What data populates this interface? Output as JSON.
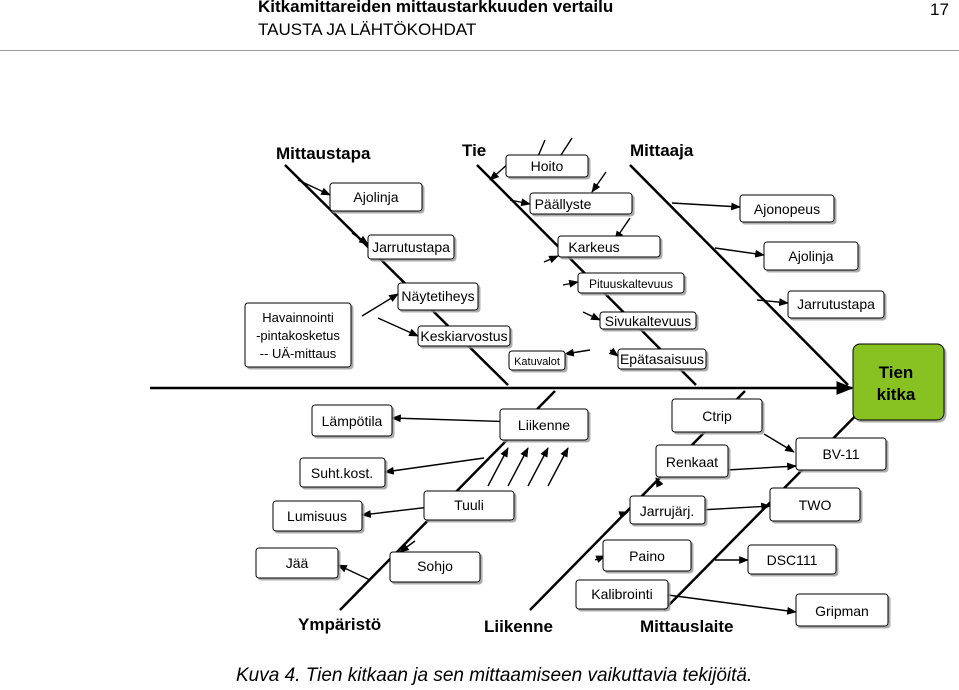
{
  "header": {
    "title": "Kitkamittareiden mittaustarkkuuden vertailu",
    "subtitle": "TAUSTA JA LÄHTÖKOHDAT",
    "page_number": "17"
  },
  "categories": {
    "mittaustapa": "Mittaustapa",
    "tie": "Tie",
    "mittaaja": "Mittaaja",
    "ymparisto": "Ympäristö",
    "liikenne": "Liikenne",
    "mittauslaite": "Mittauslaite"
  },
  "effect": {
    "line1": "Tien",
    "line2": "kitka",
    "fill": "#88c220"
  },
  "causes": {
    "ajolinja_1": "Ajolinja",
    "jarrutustapa_1": "Jarrutustapa",
    "naytetiheys": "Näytetiheys",
    "havainnointi_1": "Havainnointi",
    "havainnointi_2": "-pintakosketus",
    "havainnointi_3": "-- UÄ-mittaus",
    "keskiarvostus": "Keskiarvostus",
    "hoito": "Hoito",
    "paallyste": "Päällyste",
    "karkeus": "Karkeus",
    "pituuskaltevuus": "Pituuskaltevuus",
    "sivukaltevuus": "Sivukaltevuus",
    "katuvalot": "Katuvalot",
    "epatasaisuus": "Epätasaisuus",
    "ajonopeus": "Ajonopeus",
    "ajolinja_2": "Ajolinja",
    "jarrutustapa_2": "Jarrutustapa",
    "lampotila": "Lämpötila",
    "suht_kost": "Suht.kost.",
    "lumisuus": "Lumisuus",
    "tuuli": "Tuuli",
    "jaa": "Jää",
    "sohjo": "Sohjo",
    "liikenne_box": "Liikenne",
    "ctrip": "Ctrip",
    "renkaat": "Renkaat",
    "jarrujarj": "Jarrujärj.",
    "paino": "Paino",
    "kalibrointi": "Kalibrointi",
    "bv11": "BV-11",
    "two": "TWO",
    "dsc111": "DSC111",
    "gripman": "Gripman"
  },
  "caption": "Kuva 4. Tien kitkaan ja sen mittaamiseen vaikuttavia tekijöitä."
}
